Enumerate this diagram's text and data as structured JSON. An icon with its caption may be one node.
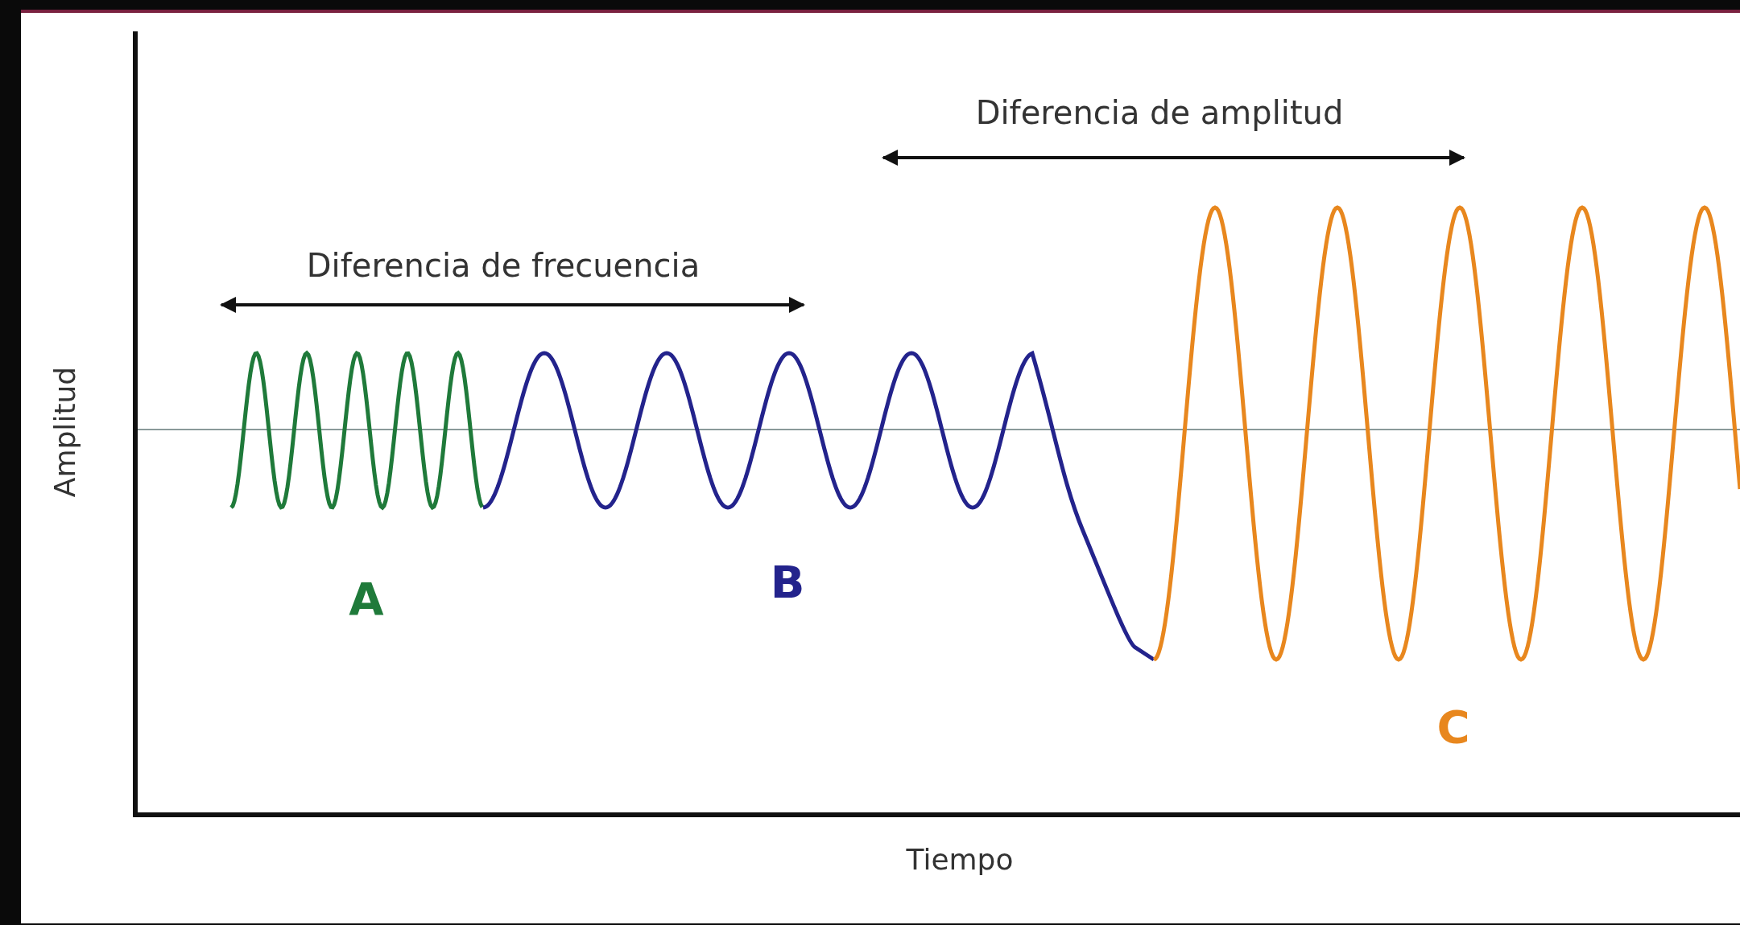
{
  "diagram": {
    "labels": [
      "Diferencia de amplitud",
      "Diferencia de frecuencia",
      "Amplitud",
      "A",
      "B",
      "C",
      "Tiempo"
    ]
  }
}
